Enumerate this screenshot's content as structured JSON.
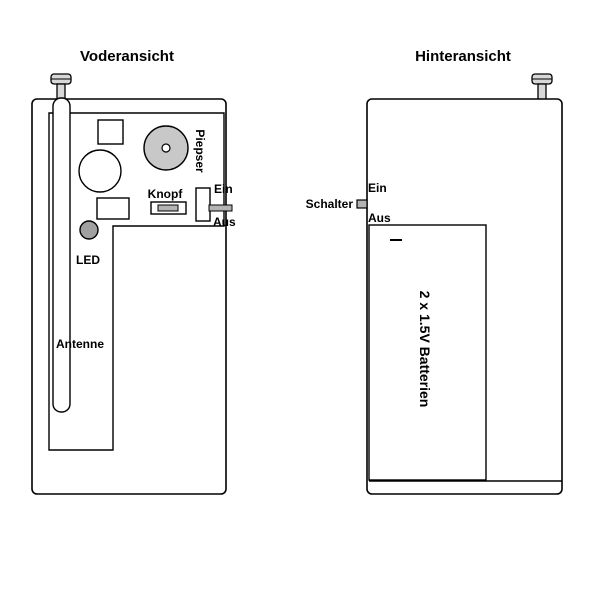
{
  "front": {
    "title": "Voderansicht",
    "labels": {
      "speaker": "Piepser",
      "button": "Knopf",
      "switch_on": "Ein",
      "switch_off": "Aus",
      "led": "LED",
      "antenna": "Antenne"
    }
  },
  "back": {
    "title": "Hinteransicht",
    "labels": {
      "switch": "Schalter",
      "switch_on": "Ein",
      "switch_off": "Aus",
      "battery": "2 x 1.5V Batterien"
    }
  },
  "colors": {
    "stroke": "#000000",
    "background": "#ffffff",
    "speaker_fill": "#c8c8c8",
    "led_fill": "#a0a0a0",
    "switch_fill": "#b4b4b4",
    "antenna_fill": "#d8d8d8"
  }
}
